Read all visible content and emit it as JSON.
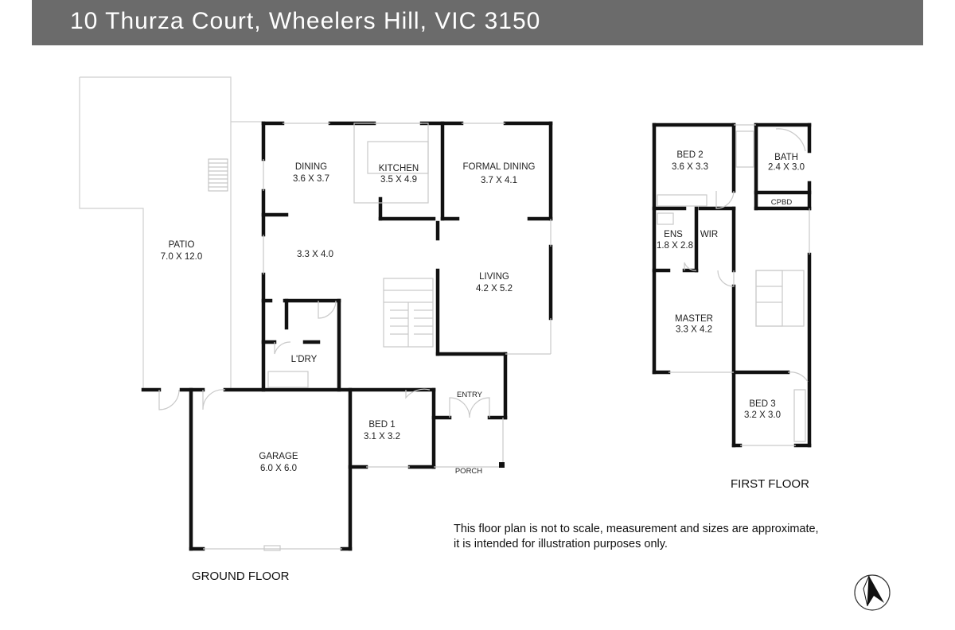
{
  "header": {
    "title": "10 Thurza Court, Wheelers Hill, VIC 3150"
  },
  "floors": {
    "ground": {
      "caption": "GROUND FLOOR",
      "rooms": {
        "patio": {
          "name": "PATIO",
          "size": "7.0 X 12.0"
        },
        "dining": {
          "name": "DINING",
          "size": "3.6 X 3.7"
        },
        "kitchen": {
          "name": "KITCHEN",
          "size": "3.5 X 4.9"
        },
        "formal_dining": {
          "name": "FORMAL DINING",
          "size": "3.7 X 4.1"
        },
        "family": {
          "size": "3.3 X 4.0"
        },
        "living": {
          "name": "LIVING",
          "size": "4.2 X 5.2"
        },
        "laundry": {
          "name": "L'DRY"
        },
        "entry": {
          "name": "ENTRY"
        },
        "bed1": {
          "name": "BED 1",
          "size": "3.1 X 3.2"
        },
        "garage": {
          "name": "GARAGE",
          "size": "6.0 X 6.0"
        },
        "porch": {
          "name": "PORCH"
        }
      }
    },
    "first": {
      "caption": "FIRST FLOOR",
      "rooms": {
        "bed2": {
          "name": "BED 2",
          "size": "3.6 X 3.3"
        },
        "bath": {
          "name": "BATH",
          "size": "2.4 X 3.0"
        },
        "cpbd": {
          "name": "CPBD"
        },
        "ens": {
          "name": "ENS",
          "size": "1.8 X 2.8"
        },
        "wir": {
          "name": "WIR"
        },
        "master": {
          "name": "MASTER",
          "size": "3.3 X 4.2"
        },
        "bed3": {
          "name": "BED 3",
          "size": "3.2 X 3.0"
        }
      }
    }
  },
  "disclaimer": {
    "line1": "This floor plan is not to scale, measurement and sizes are approximate,",
    "line2": "it is intended for illustration purposes only."
  }
}
